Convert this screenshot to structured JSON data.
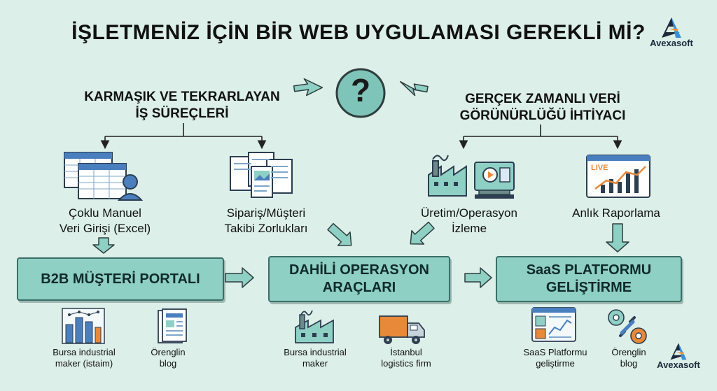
{
  "title": "İŞLETMENİZ İÇİN BİR WEB UYGULAMASI GEREKLİ Mİ?",
  "brand": "Avexasoft",
  "question_mark": "?",
  "categories": {
    "left": [
      "KARMAŞIK VE TEKRARLAYAN",
      "İŞ SÜREÇLERİ"
    ],
    "right": [
      "GERÇEK ZAMANLI VERİ",
      "GÖRÜNÜRLÜĞÜ İHTİYACI"
    ]
  },
  "needs": [
    {
      "icon": "spreadsheet-user-icon",
      "lines": [
        "Çoklu Manuel",
        "Veri Girişi (Excel)"
      ]
    },
    {
      "icon": "documents-icon",
      "lines": [
        "Sipariş/Müşteri",
        "Takibi Zorlukları"
      ]
    },
    {
      "icon": "factory-monitor-icon",
      "lines": [
        "Üretim/Operasyon",
        "İzleme"
      ]
    },
    {
      "icon": "live-report-icon",
      "badge": "LIVE",
      "lines": [
        "Anlık Raporlama"
      ]
    }
  ],
  "solutions": [
    {
      "lines": [
        "B2B MÜŞTERİ PORTALI"
      ]
    },
    {
      "lines": [
        "DAHİLİ OPERASYON",
        "ARAÇLARI"
      ]
    },
    {
      "lines": [
        "SaaS PLATFORMU",
        "GELİŞTİRME"
      ]
    }
  ],
  "examples": [
    {
      "icon": "city-network-icon",
      "lines": [
        "Bursa industrial",
        "maker (istaim)"
      ]
    },
    {
      "icon": "blog-document-icon",
      "lines": [
        "Örenglin",
        "blog"
      ]
    },
    {
      "icon": "factory-icon",
      "lines": [
        "Bursa industrial",
        "maker"
      ]
    },
    {
      "icon": "truck-icon",
      "lines": [
        "İstanbul",
        "logistics firm"
      ]
    },
    {
      "icon": "saas-dashboard-icon",
      "lines": [
        "SaaS Platformu",
        "geliştirme"
      ]
    },
    {
      "icon": "gears-link-icon",
      "lines": [
        "Örenglin",
        "blog"
      ]
    }
  ],
  "colors": {
    "background": "#dcefe9",
    "box": "#8fd0c4",
    "accent": "#7fc4b8",
    "ink": "#1c2a3a",
    "orange": "#e8893a",
    "blue": "#4a7fbf"
  }
}
